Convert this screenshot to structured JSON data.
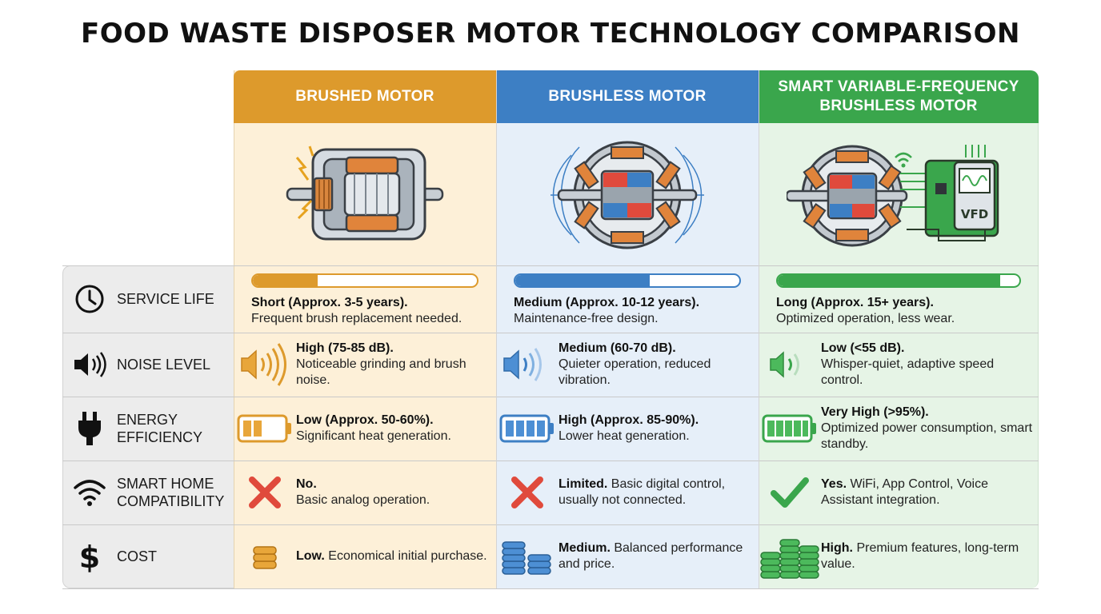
{
  "title": "FOOD WASTE DISPOSER MOTOR TECHNOLOGY COMPARISON",
  "columns": [
    {
      "header_line1": "BRUSHED MOTOR",
      "header_line2": "",
      "color": "#dd9a2c",
      "bg": "#fdf0d8"
    },
    {
      "header_line1": "BRUSHLESS MOTOR",
      "header_line2": "",
      "color": "#3d7fc4",
      "bg": "#e6eff9"
    },
    {
      "header_line1": "SMART VARIABLE-FREQUENCY",
      "header_line2": "BRUSHLESS MOTOR",
      "color": "#3aa64c",
      "bg": "#e6f4e6"
    }
  ],
  "vfd_label": "VFD",
  "rows": {
    "service_life": {
      "label_line1": "SERVICE LIFE",
      "label_line2": "",
      "icon": "clock-icon",
      "cells": [
        {
          "level": 0.29,
          "bold": "Short (Approx. 3-5 years).",
          "text": "Frequent brush replacement needed."
        },
        {
          "level": 0.6,
          "bold": "Medium (Approx. 10-12 years).",
          "text": "Maintenance-free design."
        },
        {
          "level": 0.92,
          "bold": "Long (Approx. 15+ years).",
          "text": "Optimized operation, less wear."
        }
      ]
    },
    "noise": {
      "label_line1": "NOISE LEVEL",
      "label_line2": "",
      "icon": "speaker-icon",
      "cells": [
        {
          "bold": "High (75-85 dB).",
          "text": "Noticeable grinding and brush noise."
        },
        {
          "bold": "Medium (60-70 dB).",
          "text": "Quieter operation, reduced vibration."
        },
        {
          "bold": "Low (<55 dB).",
          "text": "Whisper-quiet, adaptive speed control."
        }
      ]
    },
    "energy": {
      "label_line1": "ENERGY",
      "label_line2": "EFFICIENCY",
      "icon": "plug-icon",
      "cells": [
        {
          "bold": "Low (Approx. 50-60%).",
          "text": "Significant heat generation."
        },
        {
          "bold": "High (Approx. 85-90%).",
          "text": "Lower heat generation."
        },
        {
          "bold": "Very High (>95%).",
          "text": "Optimized power consumption, smart standby."
        }
      ]
    },
    "smart": {
      "label_line1": "SMART HOME",
      "label_line2": "COMPATIBILITY",
      "icon": "wifi-icon",
      "cells": [
        {
          "bold": "No.",
          "text": "Basic analog operation."
        },
        {
          "bold": "Limited.",
          "text": "Basic digital control, usually not connected."
        },
        {
          "bold": "Yes.",
          "text": "WiFi, App Control, Voice Assistant integration."
        }
      ]
    },
    "cost": {
      "label_line1": "COST",
      "label_line2": "",
      "icon": "dollar-icon",
      "cells": [
        {
          "bold": "Low.",
          "text": "Economical initial purchase."
        },
        {
          "bold": "Medium.",
          "text": "Balanced performance and price."
        },
        {
          "bold": "High.",
          "text": "Premium features, long-term value."
        }
      ]
    }
  }
}
